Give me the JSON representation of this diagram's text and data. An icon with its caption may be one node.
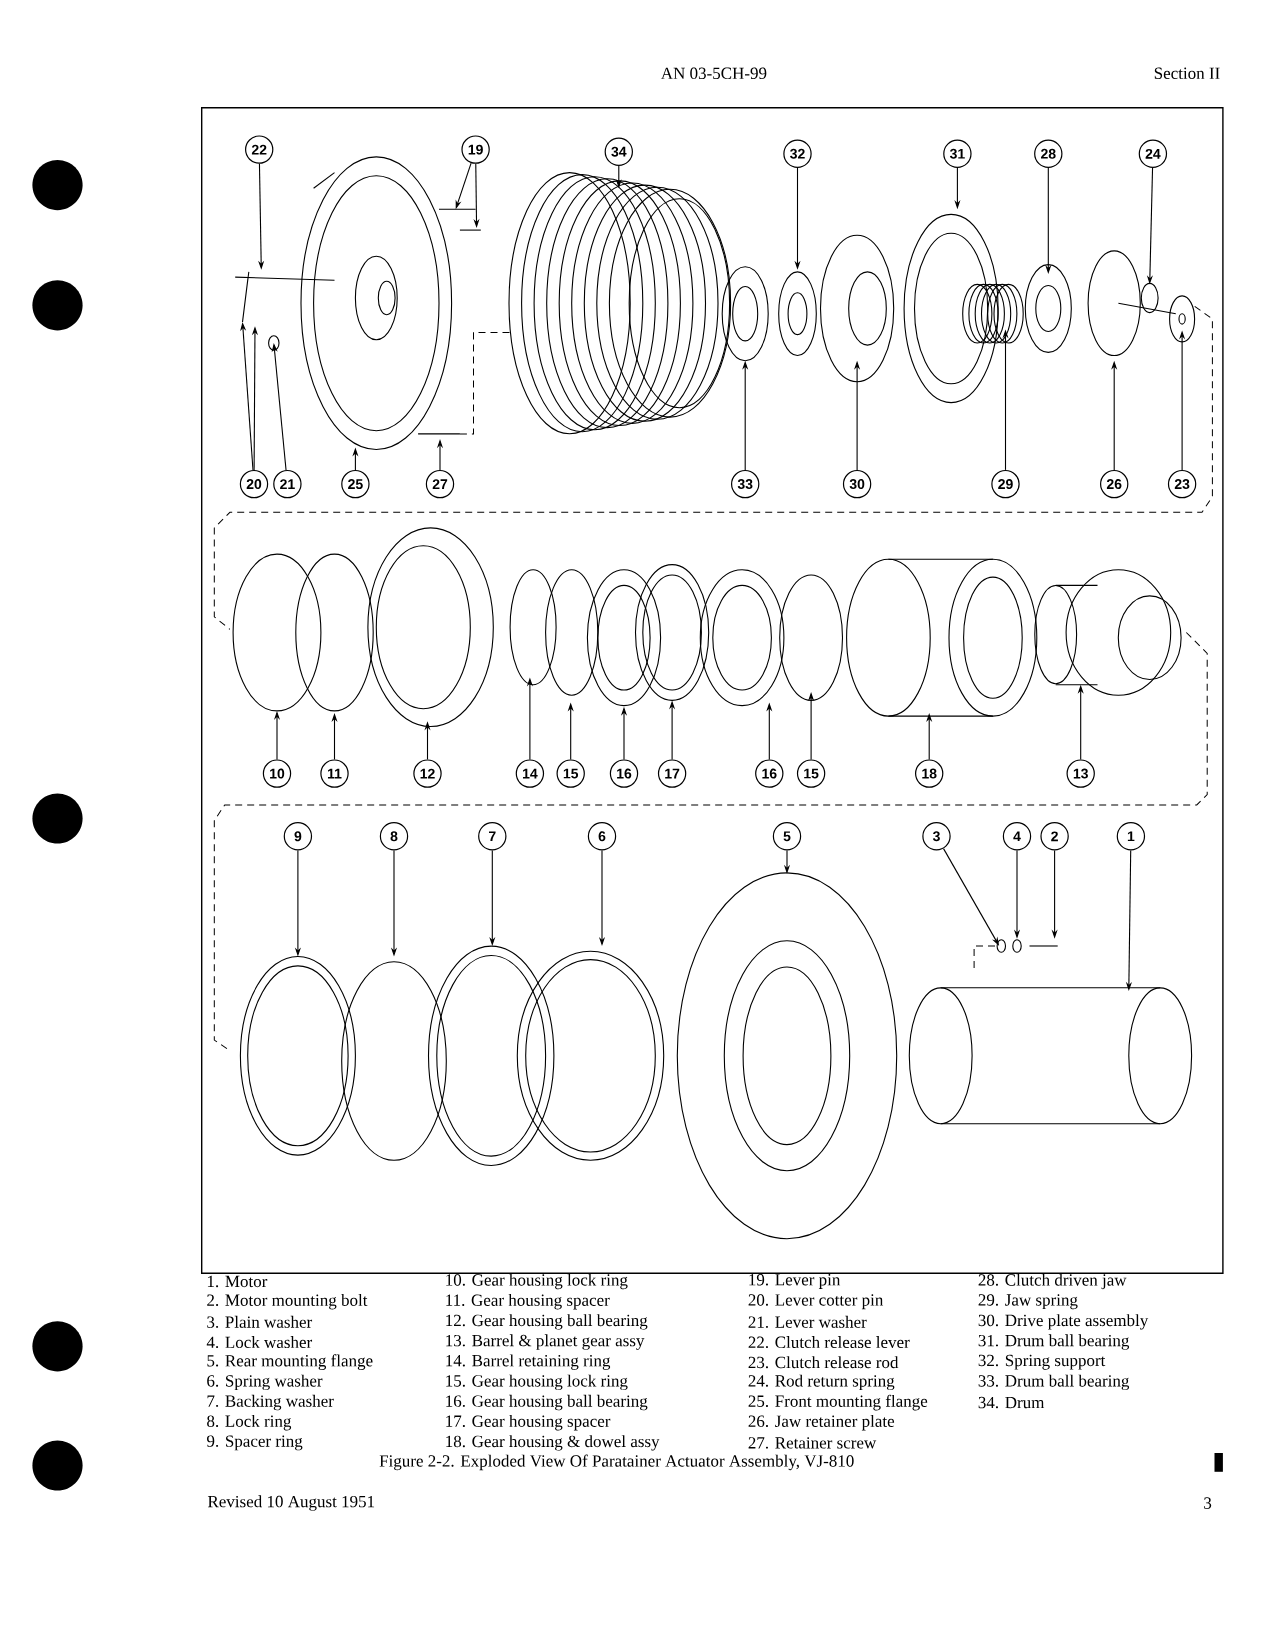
{
  "diagram": {
    "caption": "Figure 2-2. Exploded View Of Paratainer Actuator Assembly, VJ-810",
    "nodes": [
      {
        "text": [
          "22"
        ]
      },
      {
        "text": [
          "19"
        ]
      },
      {
        "text": [
          "34"
        ]
      },
      {
        "text": [
          "32"
        ]
      },
      {
        "text": [
          "31"
        ]
      },
      {
        "text": [
          "28"
        ]
      },
      {
        "text": [
          "24"
        ]
      },
      {
        "text": [
          "20"
        ]
      },
      {
        "text": [
          "21"
        ]
      },
      {
        "text": [
          "25"
        ]
      },
      {
        "text": [
          "27"
        ]
      },
      {
        "text": [
          "33"
        ]
      },
      {
        "text": [
          "30"
        ]
      },
      {
        "text": [
          "29"
        ]
      },
      {
        "text": [
          "26"
        ]
      },
      {
        "text": [
          "23"
        ]
      },
      {
        "text": [
          "10"
        ]
      },
      {
        "text": [
          "11"
        ]
      },
      {
        "text": [
          "12"
        ]
      },
      {
        "text": [
          "14"
        ]
      },
      {
        "text": [
          "15"
        ]
      },
      {
        "text": [
          "16"
        ]
      },
      {
        "text": [
          "17"
        ]
      },
      {
        "text": [
          "16"
        ]
      },
      {
        "text": [
          "15"
        ]
      },
      {
        "text": [
          "18"
        ]
      },
      {
        "text": [
          "13"
        ]
      },
      {
        "text": [
          "9"
        ]
      },
      {
        "text": [
          "8"
        ]
      },
      {
        "text": [
          "7"
        ]
      },
      {
        "text": [
          "6"
        ]
      },
      {
        "text": [
          "5"
        ]
      },
      {
        "text": [
          "3"
        ]
      },
      {
        "text": [
          "4"
        ]
      },
      {
        "text": [
          "2"
        ]
      },
      {
        "text": [
          "1"
        ]
      }
    ],
    "edges": [
      {
        "from": 0,
        "to": null,
        "arrow": "to"
      },
      {
        "from": 1,
        "to": null,
        "arrow": "to"
      },
      {
        "from": 1,
        "to": null,
        "arrow": "to"
      },
      {
        "from": 2,
        "to": null,
        "arrow": "to"
      },
      {
        "from": 3,
        "to": null,
        "arrow": "to"
      },
      {
        "from": 4,
        "to": null,
        "arrow": "to"
      },
      {
        "from": 5,
        "to": null,
        "arrow": "to"
      },
      {
        "from": 6,
        "to": null,
        "arrow": "to"
      },
      {
        "from": 7,
        "to": null,
        "arrow": "to"
      },
      {
        "from": 7,
        "to": null,
        "arrow": "to"
      },
      {
        "from": 8,
        "to": null,
        "arrow": "to"
      },
      {
        "from": 9,
        "to": null,
        "arrow": "to"
      },
      {
        "from": 10,
        "to": null,
        "arrow": "to"
      },
      {
        "from": 11,
        "to": null,
        "arrow": "to"
      },
      {
        "from": 12,
        "to": null,
        "arrow": "to"
      },
      {
        "from": 13,
        "to": null,
        "arrow": "to"
      },
      {
        "from": 14,
        "to": null,
        "arrow": "to"
      },
      {
        "from": 15,
        "to": null,
        "arrow": "to"
      },
      {
        "from": 16,
        "to": null,
        "arrow": "to"
      },
      {
        "from": 17,
        "to": null,
        "arrow": "to"
      },
      {
        "from": 18,
        "to": null,
        "arrow": "to"
      },
      {
        "from": 19,
        "to": null,
        "arrow": "to"
      },
      {
        "from": 20,
        "to": null,
        "arrow": "to"
      },
      {
        "from": 21,
        "to": null,
        "arrow": "to"
      },
      {
        "from": 22,
        "to": null,
        "arrow": "to"
      },
      {
        "from": 23,
        "to": null,
        "arrow": "to"
      },
      {
        "from": 24,
        "to": null,
        "arrow": "to"
      },
      {
        "from": 25,
        "to": null,
        "arrow": "to"
      },
      {
        "from": 26,
        "to": null,
        "arrow": "to"
      },
      {
        "from": 27,
        "to": null,
        "arrow": "to"
      },
      {
        "from": 28,
        "to": null,
        "arrow": "to"
      },
      {
        "from": 29,
        "to": null,
        "arrow": "to"
      },
      {
        "from": 30,
        "to": null,
        "arrow": "to"
      },
      {
        "from": 31,
        "to": null,
        "arrow": "to"
      },
      {
        "from": 32,
        "to": null,
        "arrow": "to"
      },
      {
        "from": 33,
        "to": null,
        "arrow": "to"
      },
      {
        "from": 34,
        "to": null,
        "arrow": "to"
      },
      {
        "from": 35,
        "to": null,
        "arrow": "to"
      }
    ],
    "labels": [
      "AN 03-5CH-99",
      "Section II",
      "1. Motor",
      "2. Motor mounting bolt",
      "3. Plain washer",
      "4. Lock washer",
      "5. Rear mounting flange",
      "6. Spring washer",
      "7. Backing washer",
      "8. Lock ring",
      "9. Spacer ring",
      "10. Gear housing lock ring",
      "11. Gear housing spacer",
      "12. Gear housing ball bearing",
      "13. Barrel & planet gear assy",
      "14. Barrel retaining ring",
      "15. Gear housing lock ring",
      "16. Gear housing ball bearing",
      "17. Gear housing spacer",
      "18. Gear housing & dowel assy",
      "19. Lever pin",
      "20. Lever cotter pin",
      "21. Lever washer",
      "22. Clutch release lever",
      "23. Clutch release rod",
      "24. Rod return spring",
      "25. Front mounting flange",
      "26. Jaw retainer plate",
      "27. Retainer screw",
      "28. Clutch driven jaw",
      "29. Jaw spring",
      "30. Drive plate assembly",
      "31. Drum ball bearing",
      "32. Spring support",
      "33. Drum ball bearing",
      "34. Drum",
      "Revised 10 August 1951",
      "3"
    ]
  }
}
